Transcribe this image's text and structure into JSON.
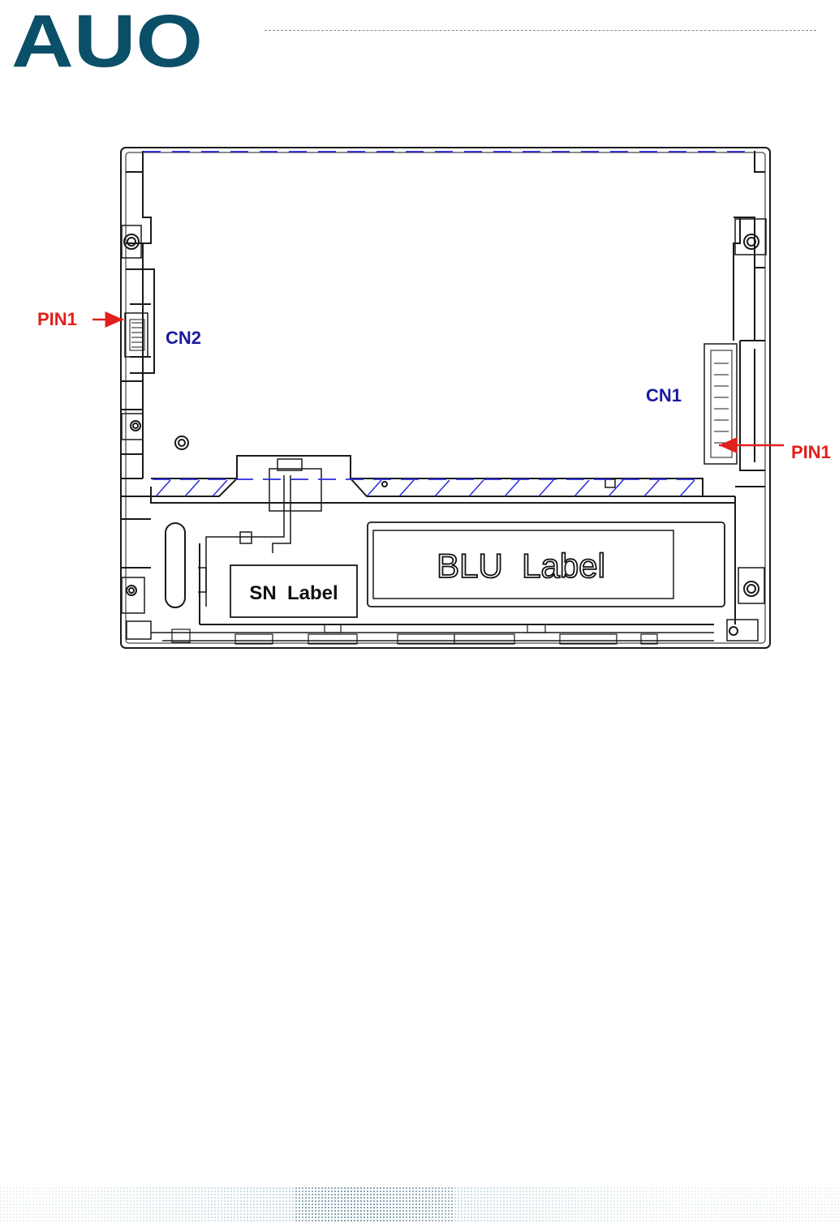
{
  "brand": {
    "logo_text": "AUO",
    "color": "#0b4f68"
  },
  "drawing": {
    "label_pin1_left": "PIN1",
    "label_pin1_right": "PIN1",
    "label_cn2": "CN2",
    "label_cn1": "CN1",
    "label_sn": "SN  Label",
    "label_blu": "BLU  Label"
  },
  "colors": {
    "annotation_red": "#e0201c",
    "annotation_blue": "#1a1aa0",
    "line": "#1a1a1a",
    "hidden_line": "#2a2adc",
    "footer_dots": "#b8d0d8"
  }
}
